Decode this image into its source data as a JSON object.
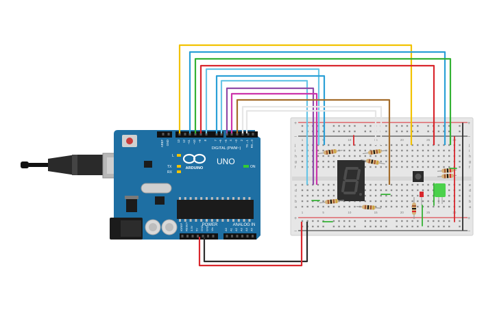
{
  "arduino": {
    "brand": "ARDUINO",
    "model": "UNO",
    "digital_label": "DIGITAL (PWM~)",
    "power_label": "POWER",
    "analog_label": "ANALOG IN",
    "on_label": "ON",
    "tx_label": "TX",
    "rx_label": "RX",
    "l_label": "L",
    "top_pins": [
      "AREF",
      "GND",
      "13",
      "12",
      "~11",
      "~10",
      "~9",
      "8",
      "7",
      "~6",
      "~5",
      "4",
      "~3",
      "2",
      "TX→1",
      "RX←0"
    ],
    "power_pins": [
      "IOREF",
      "RESET",
      "3.3V",
      "5V",
      "GND",
      "GND",
      "Vin"
    ],
    "analog_pins": [
      "A0",
      "A1",
      "A2",
      "A3",
      "A4",
      "A5"
    ]
  },
  "breadboard": {
    "row_letters_top": [
      "j",
      "i",
      "h",
      "g",
      "f"
    ],
    "row_letters_bottom": [
      "e",
      "d",
      "c",
      "b",
      "a"
    ],
    "plus": "+",
    "minus": "−",
    "column_numbers": [
      "1",
      "5",
      "10",
      "15",
      "20",
      "25",
      "30"
    ]
  },
  "colors": {
    "board": "#1e6fa3",
    "wire_yellow": "#f2c200",
    "wire_blue": "#2a9fd6",
    "wire_green": "#33b133",
    "wire_red": "#d9262c",
    "wire_cyan": "#67c5e6",
    "wire_purple": "#8e4aa8",
    "wire_magenta": "#cc33aa",
    "wire_brown": "#a46c2a",
    "wire_white": "#e6e6e6",
    "wire_black": "#2b2b2b"
  }
}
